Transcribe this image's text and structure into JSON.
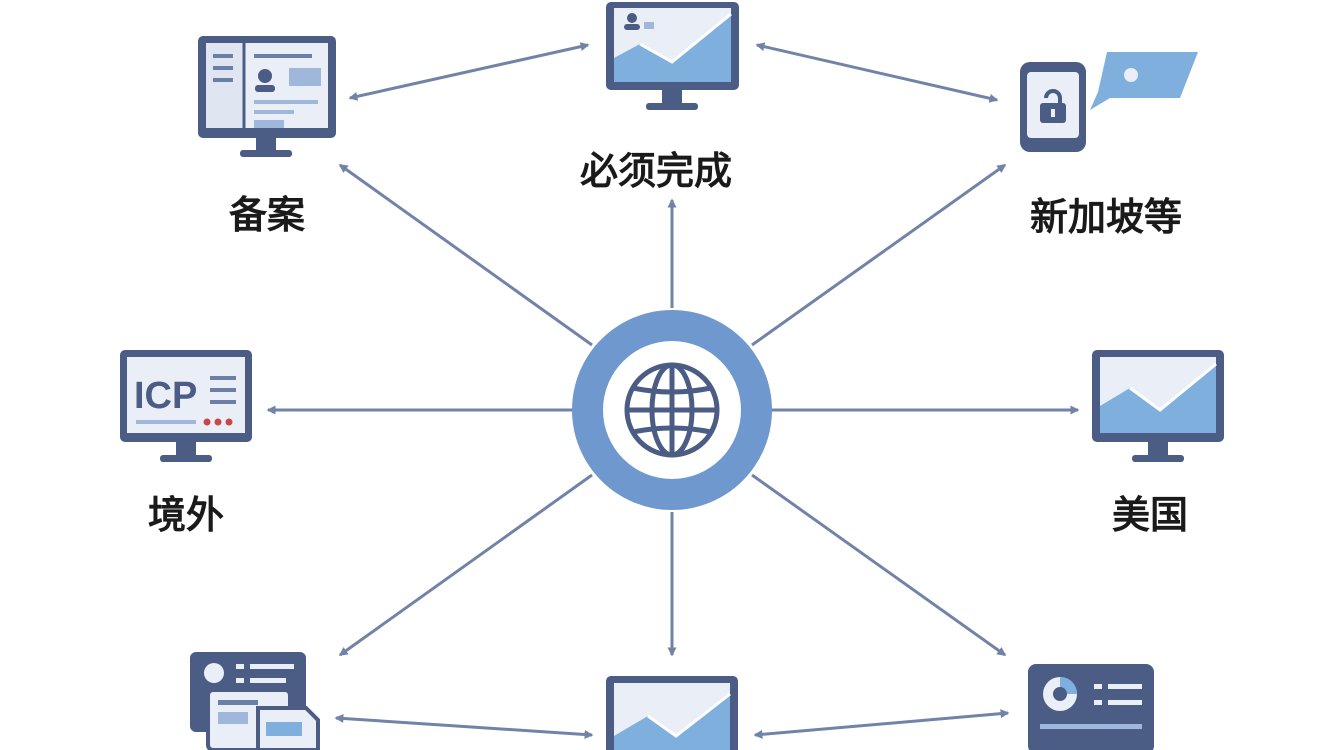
{
  "colors": {
    "arrow": "#7283a8",
    "device_frame": "#4b5c85",
    "screen_fill": "#e9eef7",
    "chart_fill": "#7fafdc",
    "ring": "#6f98cf",
    "accent_red": "#c8474a"
  },
  "labels": {
    "top": "必须完成",
    "top_left": "备案",
    "top_right": "新加坡等",
    "left": "境外",
    "right": "美国"
  },
  "nodes": {
    "center": {
      "icon": "globe-icon"
    },
    "top": {
      "icon": "monitor-chart-icon"
    },
    "top_left": {
      "icon": "monitor-document-icon"
    },
    "top_right": {
      "icon": "phone-lock-chat-icon"
    },
    "left": {
      "icon": "monitor-icp-icon",
      "screen_text": "ICP"
    },
    "right": {
      "icon": "monitor-chart-icon"
    },
    "bottom_left": {
      "icon": "documents-stack-icon"
    },
    "bottom": {
      "icon": "monitor-chart-icon"
    },
    "bottom_right": {
      "icon": "dashboard-card-icon"
    }
  }
}
